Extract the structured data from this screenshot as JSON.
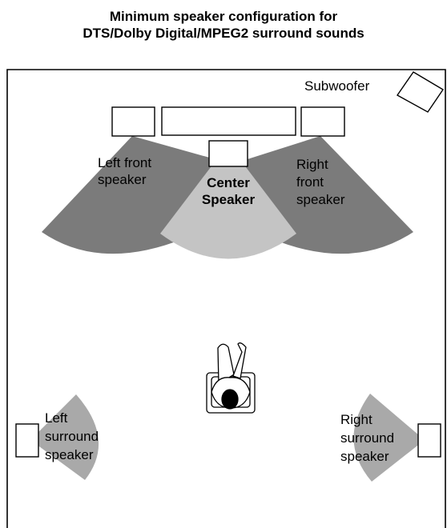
{
  "title": {
    "line1": "Minimum speaker configuration for",
    "line2": "DTS/Dolby Digital/MPEG2 surround sounds"
  },
  "labels": {
    "subwoofer": "Subwoofer",
    "left_front": [
      "Left front",
      "speaker"
    ],
    "center": [
      "Center",
      "Speaker"
    ],
    "right_front": [
      "Right",
      "front",
      "speaker"
    ],
    "left_surround": [
      "Left",
      "surround",
      "speaker"
    ],
    "right_surround": [
      "Right",
      "surround",
      "speaker"
    ]
  },
  "colors": {
    "front_cone": "#7b7b7b",
    "center_cone": "#c4c4c4",
    "surround_cone": "#a9a9a9",
    "outline": "#000000"
  }
}
